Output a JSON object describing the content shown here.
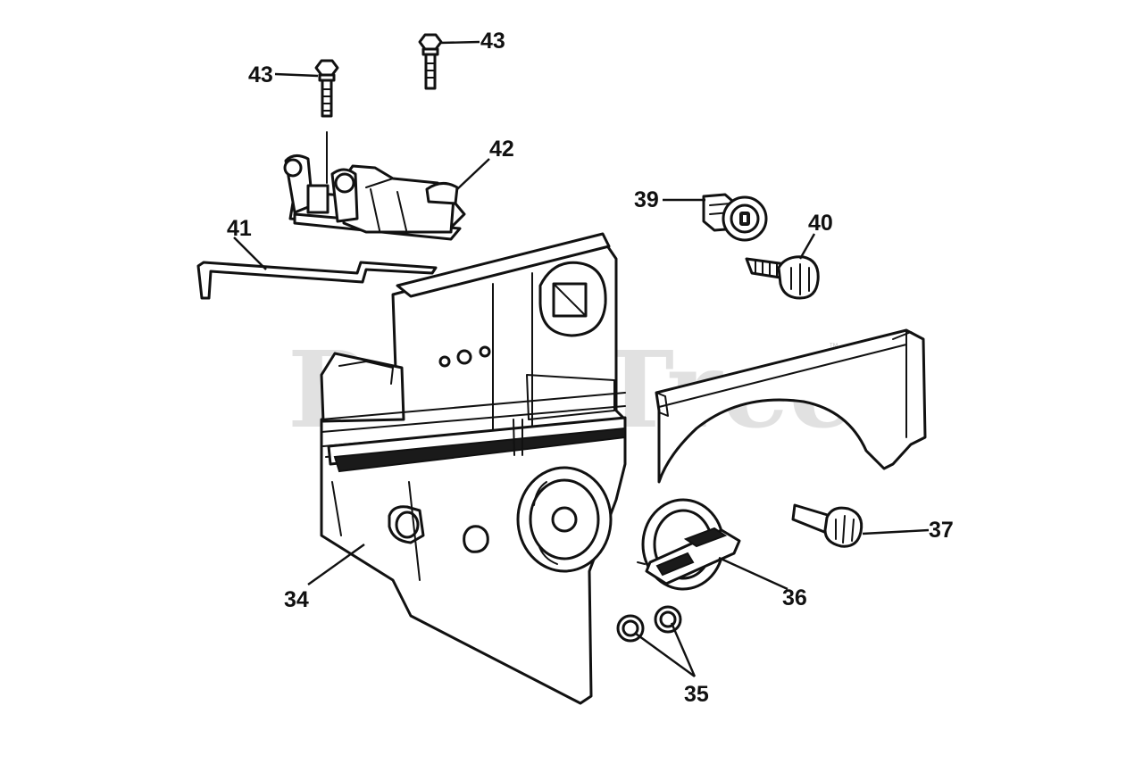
{
  "watermark": {
    "brand": "PartsTree",
    "trademark": "™"
  },
  "callouts": {
    "c34": "34",
    "c35": "35",
    "c36": "36",
    "c37": "37",
    "c39": "39",
    "c40": "40",
    "c41": "41",
    "c42": "42",
    "c43a": "43",
    "c43b": "43"
  }
}
